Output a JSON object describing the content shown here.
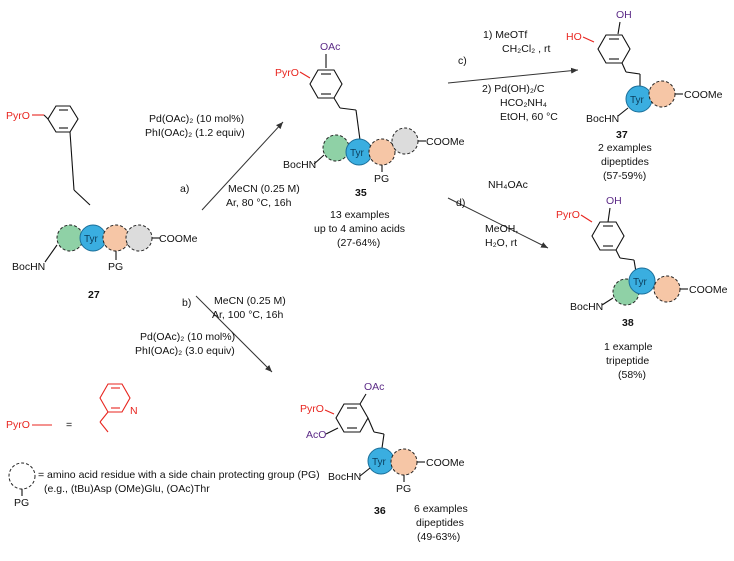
{
  "groups": {
    "pyro": "PyrO",
    "oac": "OAc",
    "aco": "AcO",
    "oh": "OH",
    "ho": "HO",
    "bochn": "BocHN",
    "bochn2": "BocHN",
    "pg": "PG",
    "coome": "COOMe",
    "tyr": "Tyr",
    "n": "N",
    "pyro_eq": "="
  },
  "compounds": {
    "c27": "27",
    "c35": "35",
    "c36": "36",
    "c37": "37",
    "c38": "38"
  },
  "conditions": {
    "a_cat": "Pd(OAc)₂ (10 mol%)",
    "a_ox": "PhI(OAc)₂ (1.2 equiv)",
    "a_label": "a)",
    "a_solv": "MeCN (0.25 M)",
    "a_temp": "Ar, 80 °C, 16h",
    "b_label": "b)",
    "b_solv": "MeCN (0.25 M)",
    "b_temp": "Ar, 100 °C, 16h",
    "b_cat": "Pd(OAc)₂ (10 mol%)",
    "b_ox": "PhI(OAc)₂ (3.0 equiv)",
    "c_label": "c)",
    "c_1": "1) MeOTf",
    "c_1b": "CH₂Cl₂ , rt",
    "c_2": "2) Pd(OH)₂/C",
    "c_2b": "HCO₂NH₄",
    "c_2c": "EtOH, 60 °C",
    "d_label": "d)",
    "d_1": "NH₄OAc",
    "d_2": "MeOH,",
    "d_3": "H₂O, rt"
  },
  "notes": {
    "n35_1": "13 examples",
    "n35_2": "up to 4 amino acids",
    "n35_3": "(27-64%)",
    "n37_1": "2 examples",
    "n37_2": "dipeptides",
    "n37_3": "(57-59%)",
    "n38_1": "1 example",
    "n38_2": "tripeptide",
    "n38_3": "(58%)",
    "n36_1": "6 examples",
    "n36_2": "dipeptides",
    "n36_3": "(49-63%)"
  },
  "legend": {
    "line1": "= amino acid residue with a side chain protecting group (PG)",
    "line2": "(e.g., (tBu)Asp (OMe)Glu, (OAc)Thr",
    "pg": "PG"
  }
}
